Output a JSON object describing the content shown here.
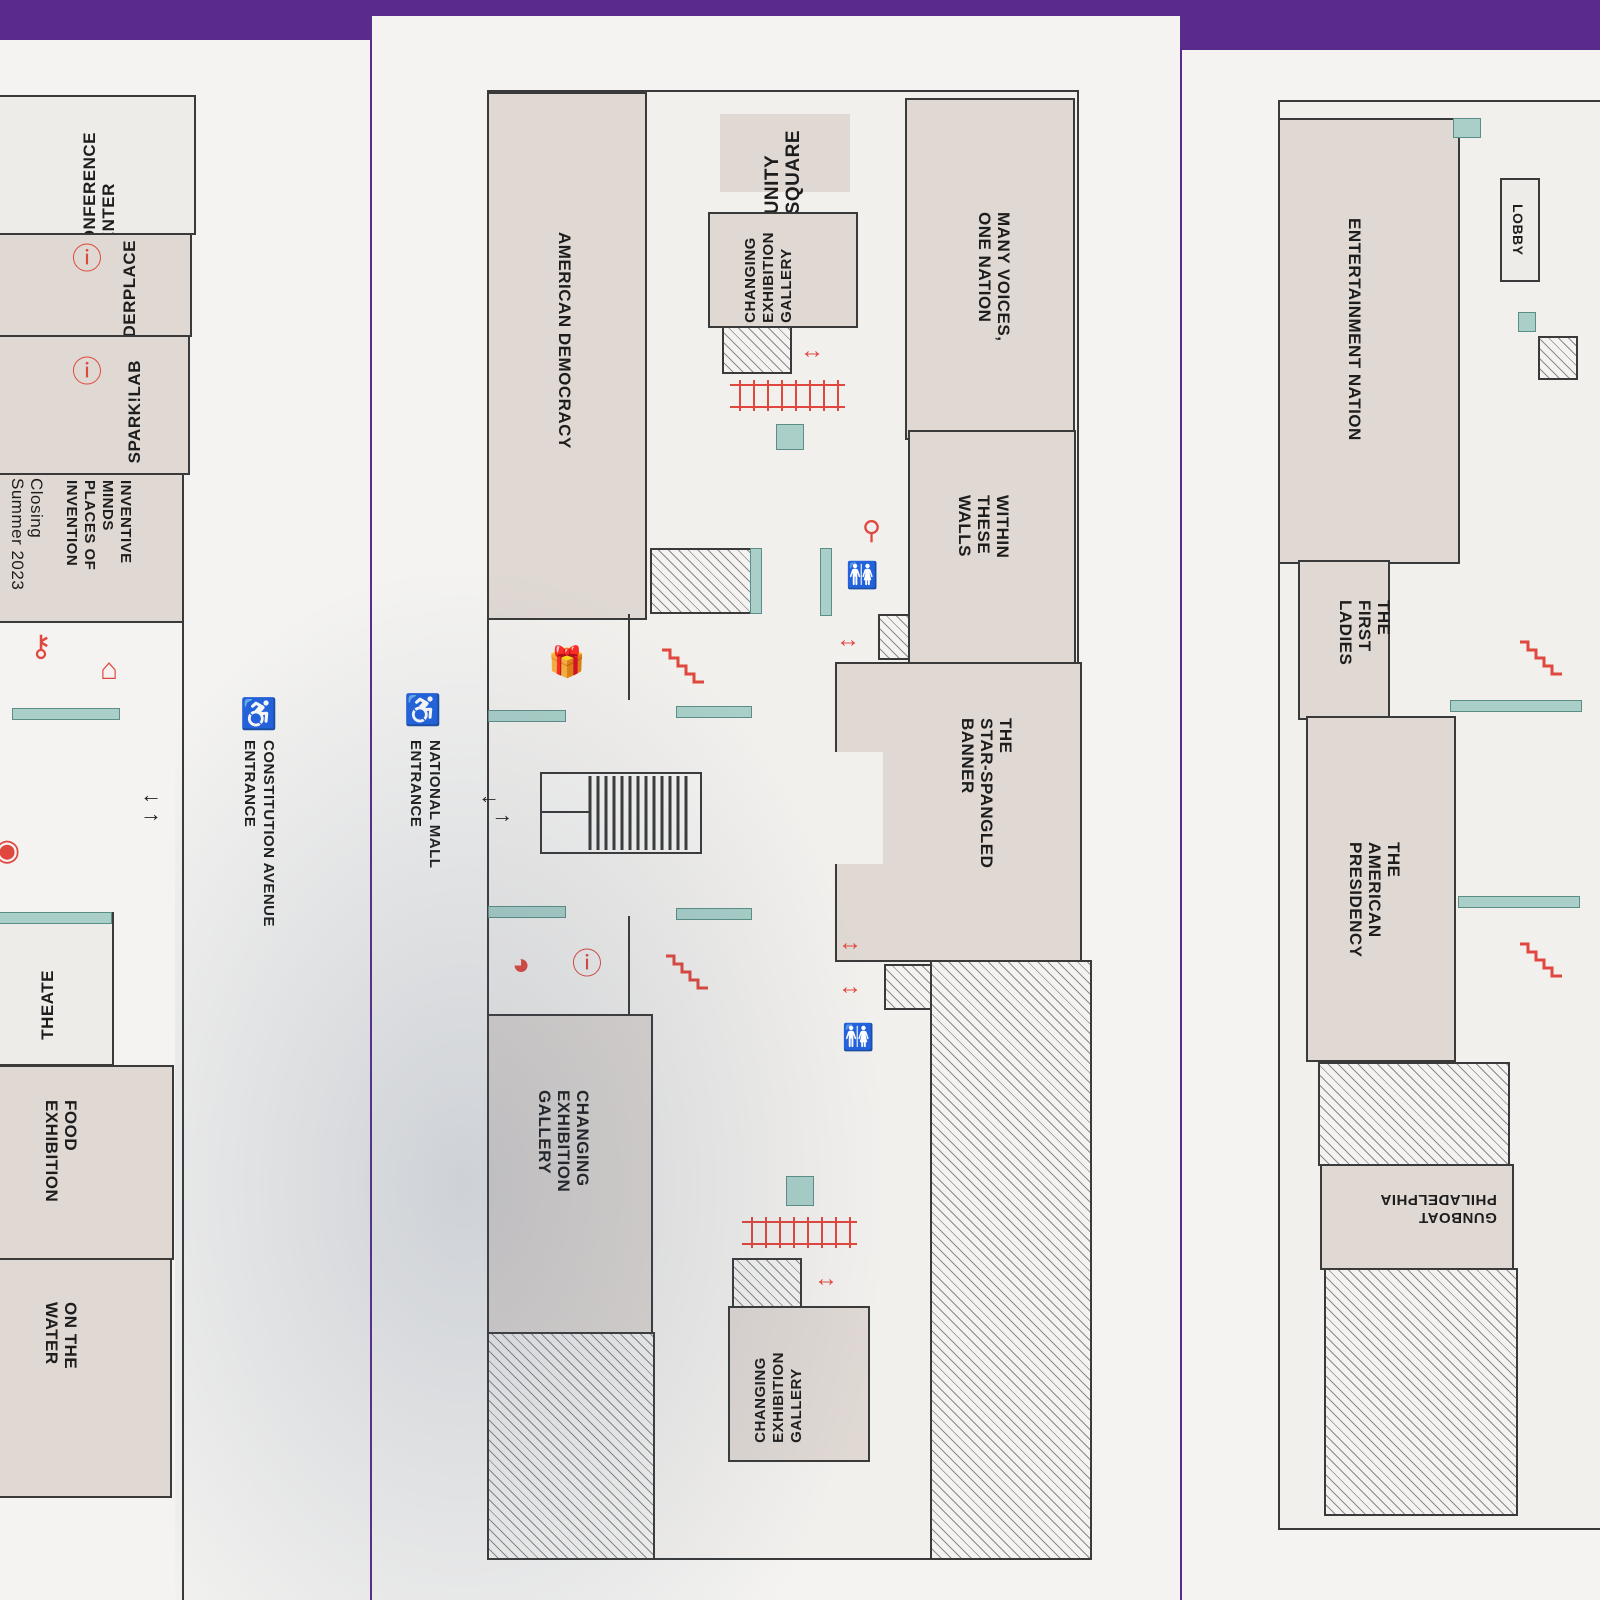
{
  "left_panel": {
    "rooms": {
      "conference_center": "CONFERENCE\nCENTER",
      "wonderplace": "WONDERPLACE",
      "sparklab": "SPARK!LAB",
      "inventive_minds": "INVENTIVE\nMINDS\nPLACES OF\nINVENTION",
      "inventive_minds_note": "Closing\nSummer 2023",
      "theater": "THEATE",
      "food_exhibition": "FOOD\nEXHIBITION",
      "on_the_water": "ON THE\nWATER"
    },
    "constitution_entrance": "CONSTITUTION AVENUE\nENTRANCE"
  },
  "center_panel": {
    "rooms": {
      "unity_square": "UNITY\nSQUARE",
      "changing_gallery_top": "CHANGING\nEXHIBITION\nGALLERY",
      "many_voices": "MANY VOICES,\nONE NATION",
      "american_democracy": "AMERICAN DEMOCRACY",
      "within_these_walls": "WITHIN\nTHESE\nWALLS",
      "star_spangled_banner": "THE\nSTAR-SPANGLED\nBANNER",
      "changing_gallery_mid": "CHANGING\nEXHIBITION\nGALLERY",
      "changing_gallery_bottom": "CHANGING\nEXHIBITION\nGALLERY"
    },
    "national_mall_entrance": "NATIONAL MALL\nENTRANCE"
  },
  "right_panel": {
    "rooms": {
      "lobby": "LOBBY",
      "entertainment_nation": "ENTERTAINMENT NATION",
      "first_ladies": "THE\nFIRST\nLADIES",
      "american_presidency": "THE\nAMERICAN\nPRESIDENCY",
      "gunboat_philadelphia": "GUNBOAT\nPHILADELPHIA"
    }
  },
  "icons": {
    "accessible": "accessible-entrance-icon",
    "elevator": "elevator-icon",
    "stairs": "stairs-icon",
    "escalator": "escalator-icon",
    "restroom": "restroom-icon",
    "information": "information-icon",
    "gift": "gift-shop-icon",
    "nursing": "family-room-icon",
    "water": "water-fountain-icon",
    "lockers": "lockers-icon"
  },
  "colors": {
    "accent": "#e0473e",
    "teal": "#a9cfc8",
    "room": "#dfd8d3",
    "paper": "#f4f3f1",
    "cover": "#5a2a8c"
  }
}
